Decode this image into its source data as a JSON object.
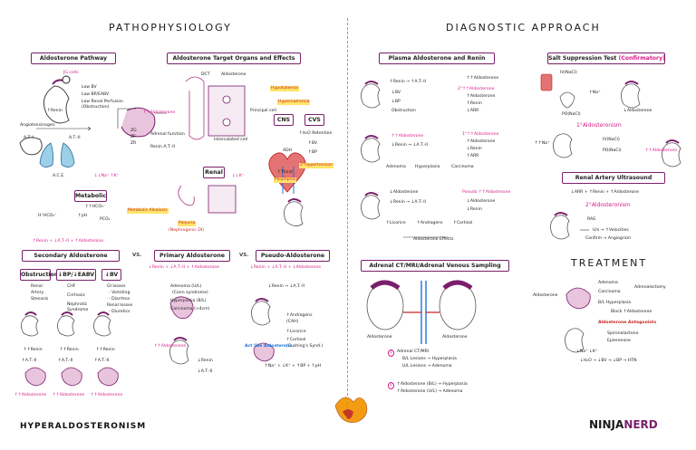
{
  "headers": {
    "pathophysiology": "PATHOPHYSIOLOGY",
    "diagnostic": "DIAGNOSTIC APPROACH",
    "treatment": "TREATMENT"
  },
  "boxes": {
    "aldo_pathway": "Aldosterone Pathway",
    "target_organs": "Aldosterone Target Organs and Effects",
    "plasma": "Plasma Aldosterone and Renin",
    "salt": "Salt Suppression Test",
    "salt_confirm": "(Confirmatory)",
    "metabolic": "Metabolic",
    "renal": "Renal",
    "cns": "CNS",
    "cvs": "CVS",
    "secondary": "Secondary Aldosterone",
    "primary": "Primary Aldosterone",
    "pseudo": "Pseudo-Aldosterone",
    "obstruction": "Obstruction",
    "bp_eabv": "↓BP/↓EABV",
    "dec_bv": "↓BV",
    "ct_mri": "Adrenal CT/MRI/Adrenal Venous Sampling",
    "ultrasound": "Renal Artery Ultrasound"
  },
  "vs": [
    "VS.",
    "VS."
  ],
  "pathway": {
    "jg": "JG cells",
    "low_bv": "Low BV",
    "low_bp": "Low BP/EABV",
    "low_perf": "Low Renal Perfusion",
    "obstruction": "(Obstruction)",
    "renin": "↑Renin",
    "angiotensinogen": "Angiotensinogen",
    "at1": "A.T.-I",
    "at2": "A.T.-II",
    "ace": "A.C.E.",
    "zg": "ZG",
    "zf": "ZF",
    "zr": "ZR",
    "adrenal_fn": "Adrenal function",
    "renin_at2": "Renin A.T.-II",
    "aldo": "↑↑Aldosterone",
    "na_k": "↓↓Na⁺ ↑K⁺"
  },
  "target": {
    "dct": "DCT",
    "aldosterone": "Aldosterone",
    "principal": "Principal cell",
    "intercalated": "Intercalated cell",
    "hypokalemia": "Hypokalemia",
    "hypernatremia": "Hypernatremia",
    "h2o": "↑H₂O Retention",
    "bv": "↑BV",
    "bp": "↑BP",
    "htn": "2°Hypertension",
    "adh": "ADH",
    "thirst": "↑Thirst",
    "polydipsia": "Polydipsia",
    "llk": "↓↓K⁺",
    "polyuria": "Polyuria",
    "nephrogenic": "(Nephrogenic DI)",
    "hco3_1": "↑↑HCO₃⁻",
    "hco3_2": "H⁺HCO₃⁻",
    "hco3_3": "PCO₂",
    "ph": "↑pH",
    "alkalosis": "Metabolic Alkalosis",
    "summary": "↑Renin + ↓A.T.-II + ↑Aldosterone"
  },
  "secondary": {
    "obst_items": [
      "Renal",
      "Artery",
      "Stenosis"
    ],
    "bp_items": [
      "CHF",
      "Cirrhosis",
      "Nephrotic",
      "Syndrome"
    ],
    "bv_items": [
      "GI losses",
      "- Vomiting",
      "- Diarrhea",
      "Renal losses",
      "- Diuretics"
    ],
    "renin": "↑↑Renin",
    "at2": "↑A.T.-II",
    "aldo": "↑↑Aldosterone",
    "header_line": "↓Renin + ↓A.T.-II + ↑↑Aldosterone"
  },
  "primary": {
    "header_line": "↓Renin + ↓A.T.-II + ↑Aldosterone",
    "items": [
      "Adenoma (U/L)",
      "(Conn syndrome)",
      "Hyperplasia (B/L)",
      "Carcinoma (>4cm)"
    ],
    "aldo": "↑↑Aldosterone",
    "renin": "↓Renin",
    "at2": "↓A.T.-II"
  },
  "pseudo": {
    "header_line": "↓Renin + ↓A.T.-II + ↓Aldosterone",
    "renin_at2": "↓Renin → ↓A.T.-II",
    "androgens": "↑Androgens",
    "cah": "(CAH)",
    "licorice": "↑Licorice",
    "cortisol": "↑Cortisol",
    "cushing": "(Cushing's Synd.)",
    "act_like": "Act like Aldosterone",
    "result": "↑Na⁺ + ↓K⁺ + ↑BP + ↑pH"
  },
  "plasma": {
    "row1": {
      "renin": "↑Renin → ↑A.T.-II",
      "aldo": "↑↑Aldosterone",
      "label": "2°↑↑Aldosterone",
      "r1": "↑Aldosterone",
      "r2": "↑Renin",
      "r3": "↓ARR",
      "bv": "↓BV",
      "bp": "↓BP",
      "obst": "Obstruction"
    },
    "row2": {
      "aldo": "↑↑Aldosterone",
      "renin": "↓Renin → ↓A.T.-II",
      "label": "1°↑↑Aldosterone",
      "r1": "↑Aldosterone",
      "r2": "↓Renin",
      "r3": "↑ARR",
      "adenoma": "Adenoma",
      "hyperplasia": "Hyperplasia",
      "carcinoma": "Carcinoma"
    },
    "row3": {
      "aldo": "↓Aldosterone",
      "renin": "↓Renin → ↓A.T.-II",
      "label": "Pseudo ↑↑Aldosterone",
      "r1": "↓Aldosterone",
      "r2": "↓Renin",
      "licorice": "↑Licorice",
      "androgens": "↑Androgens",
      "cortisol": "↑Cortisol",
      "effects": "Aldosterone Effects"
    }
  },
  "salt": {
    "iv": "IV(NaCl)",
    "na": "↑Na⁺",
    "po": "PO(NaCl)",
    "low_aldo": "↓Aldosterone",
    "primary": "1°Aldosteronism",
    "na2": "↑↑Na⁺",
    "iv2": "IV(NaCl)",
    "po2": "PO(NaCl)",
    "aldo2": "↑↑Aldosterone"
  },
  "ultrasound": {
    "arr": "↓ARR + ↑Renin + ↑Aldosterone",
    "secondary": "2°Aldosteronism",
    "ras": "RAS",
    "us": "U/s → ↑Velocities",
    "confirm": "Confirm → Angiogram"
  },
  "ct": {
    "aldo_l": "Aldosterone",
    "aldo_r": "Aldosterone",
    "l1": "Adrenal CT/MRI",
    "l2": "B/L Lesions → Hyperplasia",
    "l3": "U/L Lesions → Adenoma",
    "l4": "↑Aldosterone (B/L) → Hyperplasia",
    "l5": "↑Aldosterone (U/L) → Adenoma",
    "n1": "1",
    "n2": "2"
  },
  "treatment": {
    "adenoma": "Adenoma",
    "carcinoma": "Carcinoma",
    "adrenalectomy": "Adrenalectomy",
    "hyperplasia": "B/L Hyperplasia",
    "aldosterone": "Aldosterone",
    "block": "Block ↑Aldosterone",
    "antagonists": "Aldosterone Antagonists",
    "spiro": "Spironolactone",
    "eple": "Eplerenone",
    "na_k": "↓Na⁺ ↓K⁺",
    "result": "↓H₂O → ↓BV → ↓BP → HTN"
  },
  "footer": {
    "left": "HYPERALDOSTERONISM",
    "ninja": "NINJA",
    "nerd": "NERD"
  },
  "colors": {
    "accent": "#7a1f6b",
    "pink": "#d81b88",
    "red": "#c62828",
    "blue": "#1e73d8"
  }
}
